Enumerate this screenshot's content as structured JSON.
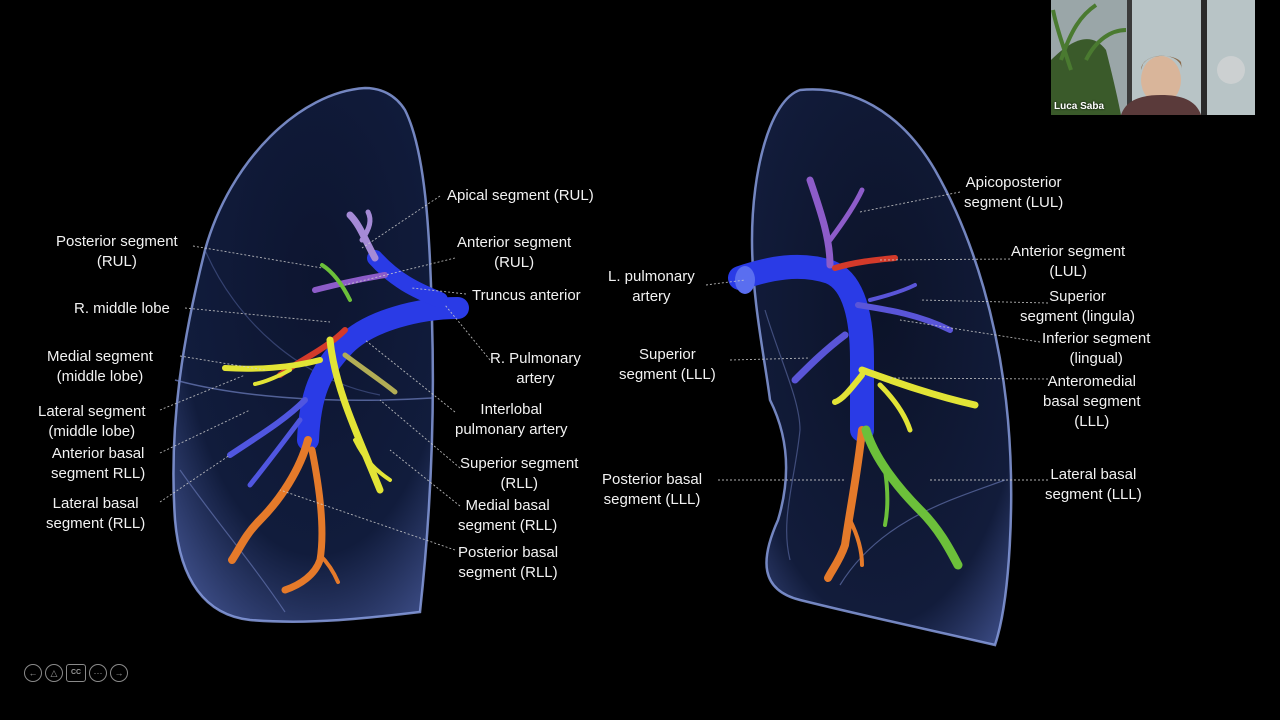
{
  "presenter": {
    "name": "Luca Saba"
  },
  "right_lung_labels": {
    "apical_rul": [
      "Apical segment (RUL)"
    ],
    "posterior_rul": [
      "Posterior segment",
      "(RUL)"
    ],
    "anterior_rul": [
      "Anterior segment",
      "(RUL)"
    ],
    "truncus": [
      "Truncus anterior"
    ],
    "r_middle_lobe": [
      "R. middle lobe"
    ],
    "medial_middle": [
      "Medial segment",
      "(middle lobe)"
    ],
    "r_pulmonary": [
      "R. Pulmonary",
      "artery"
    ],
    "lateral_middle": [
      "Lateral segment",
      "(middle lobe)"
    ],
    "interlobal": [
      "Interlobal",
      "pulmonary artery"
    ],
    "anterior_basal_rll": [
      "Anterior basal",
      "segment RLL)"
    ],
    "superior_rll": [
      "Superior segment",
      "(RLL)"
    ],
    "lateral_basal_rll": [
      "Lateral basal",
      "segment (RLL)"
    ],
    "medial_basal_rll": [
      "Medial basal",
      "segment (RLL)"
    ],
    "posterior_basal_rll": [
      "Posterior basal",
      "segment (RLL)"
    ]
  },
  "left_lung_labels": {
    "apicoposterior": [
      "Apicoposterior",
      "segment (LUL)"
    ],
    "anterior_lul": [
      "Anterior segment",
      "(LUL)"
    ],
    "l_pulmonary": [
      "L. pulmonary",
      "artery"
    ],
    "superior_lingula": [
      "Superior",
      "segment (lingula)"
    ],
    "inferior_lingual": [
      "Inferior segment",
      "(lingual)"
    ],
    "superior_lll": [
      "Superior",
      "segment (LLL)"
    ],
    "anteromedial": [
      "Anteromedial",
      "basal segment",
      "(LLL)"
    ],
    "posterior_basal_lll": [
      "Posterior basal",
      "segment (LLL)"
    ],
    "lateral_basal_lll": [
      "Lateral basal",
      "segment (LLL)"
    ]
  },
  "controls": {
    "prev": "←",
    "pen": "△",
    "cc": "CC",
    "more": "···",
    "next": "→"
  },
  "colors": {
    "artery_blue": "#2a3be6",
    "yellow": "#e2e436",
    "orange": "#e57a2a",
    "purple": "#8d5cc9",
    "red": "#d33a2a",
    "green": "#6cc03a",
    "olive": "#b2ad55"
  }
}
